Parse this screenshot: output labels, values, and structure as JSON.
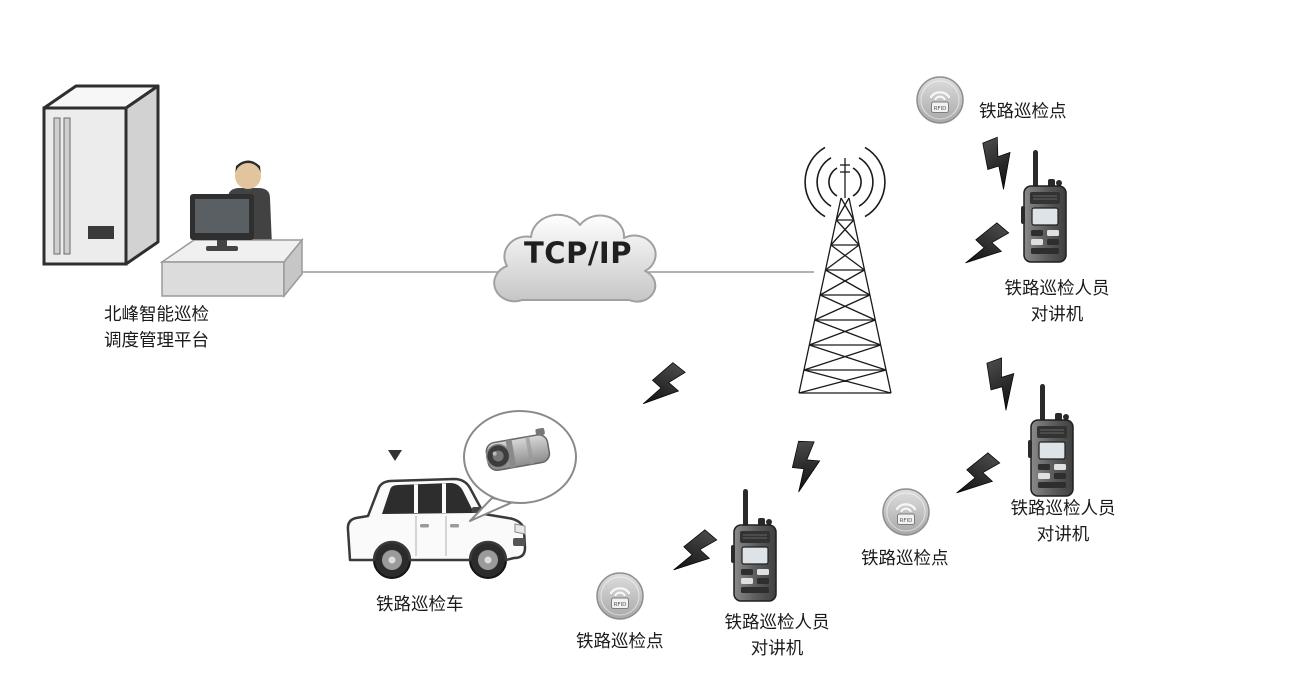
{
  "colors": {
    "background": "#ffffff",
    "ink": "#1a1a1a",
    "connector_line": "#999999",
    "cloud_fill_top": "#ffffff",
    "cloud_fill_bottom": "#c6c6c6"
  },
  "platform": {
    "line1": "北峰智能巡检",
    "line2": "调度管理平台"
  },
  "cloud": {
    "label": "TCP/IP"
  },
  "vehicle": {
    "label": "铁路巡检车"
  },
  "rfid": {
    "text": "RFID"
  },
  "nodes": {
    "point_top": {
      "label": "铁路巡检点"
    },
    "point_mid": {
      "label": "铁路巡检点"
    },
    "point_bottom": {
      "label": "铁路巡检点"
    },
    "radio_top": {
      "line1": "铁路巡检人员",
      "line2": "对讲机"
    },
    "radio_mid": {
      "line1": "铁路巡检人员",
      "line2": "对讲机"
    },
    "radio_bottom": {
      "line1": "铁路巡检人员",
      "line2": "对讲机"
    }
  }
}
